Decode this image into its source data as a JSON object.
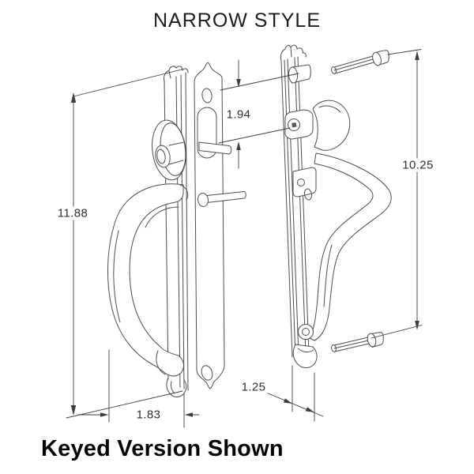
{
  "title": "NARROW STYLE",
  "caption": "Keyed Version Shown",
  "dimensions": {
    "overall_height": "11.88",
    "cylinder_to_spindle": "1.94",
    "screw_hole_spacing": "10.25",
    "handle_projection": "1.83",
    "bottom_depth": "1.25"
  },
  "drawing_parts": {
    "left_view": "handle-set-front-perspective",
    "center_part": "interior-mounting-plate",
    "right_view": "handle-set-edge-profile",
    "fasteners": "mounting-screws"
  },
  "colors": {
    "line": "#4d4d4d",
    "dimension_line": "#3e3e3e",
    "text": "#1d1d1d",
    "background": "#ffffff"
  }
}
